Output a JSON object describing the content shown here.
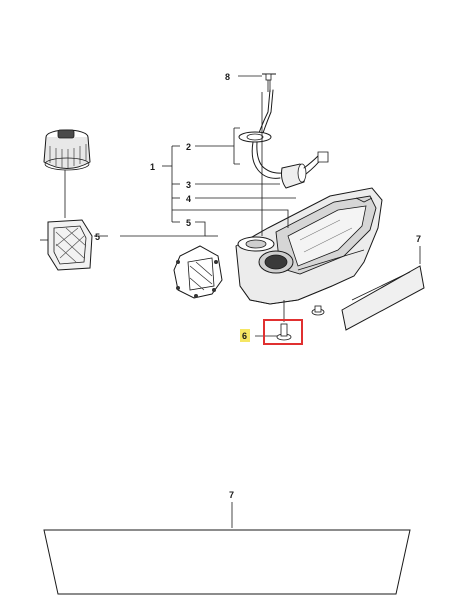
{
  "diagram": {
    "callouts": {
      "c1": "1",
      "c2": "2",
      "c3": "3",
      "c4": "4",
      "c5a": "5",
      "c5b": "5",
      "c6": "6",
      "c7a": "7",
      "c7b": "7",
      "c8": "8"
    },
    "highlight": {
      "part": "6",
      "label_color": "#f5e663",
      "box_color": "#e03030"
    }
  }
}
